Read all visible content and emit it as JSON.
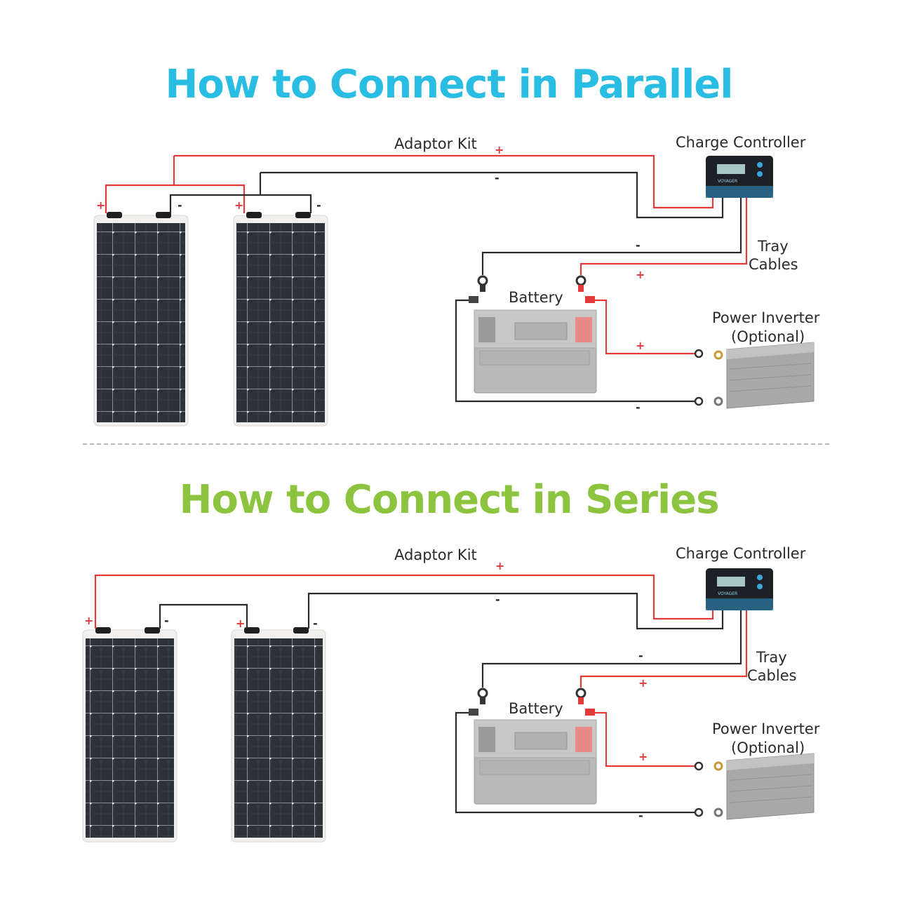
{
  "colors": {
    "parallel_title": "#29bde3",
    "series_title": "#8cc43f",
    "positive_wire": "#e23a3a",
    "negative_wire": "#2b2b2b"
  },
  "parallel": {
    "title": "How to Connect in Parallel",
    "adaptor_kit": "Adaptor Kit",
    "charge_controller": "Charge Controller",
    "tray_cables_line1": "Tray",
    "tray_cables_line2": "Cables",
    "battery": "Battery",
    "power_inverter_line1": "Power Inverter",
    "power_inverter_line2": "(Optional)"
  },
  "series": {
    "title": "How to Connect in Series",
    "adaptor_kit": "Adaptor Kit",
    "charge_controller": "Charge Controller",
    "tray_cables_line1": "Tray",
    "tray_cables_line2": "Cables",
    "battery": "Battery",
    "power_inverter_line1": "Power Inverter",
    "power_inverter_line2": "(Optional)"
  },
  "signs": {
    "positive": "+",
    "negative": "-"
  },
  "controller_brand": "VOYAGER"
}
